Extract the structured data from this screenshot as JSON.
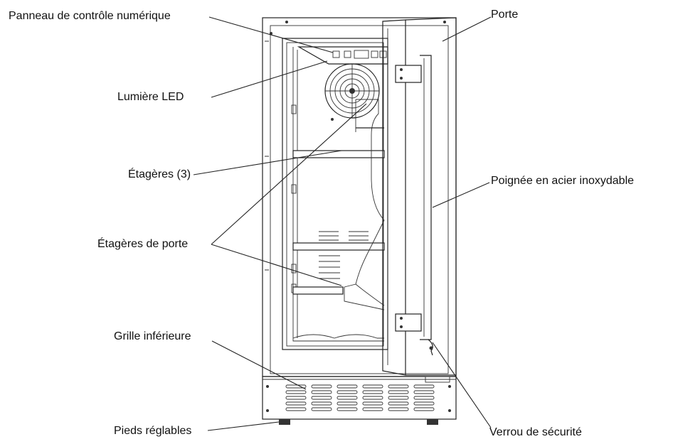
{
  "labels": {
    "control_panel": "Panneau de contrôle numérique",
    "led_light": "Lumière LED",
    "shelves": "Étagères (3)",
    "door_shelves": "Étagères de porte",
    "bottom_grille": "Grille inférieure",
    "adjustable_feet": "Pieds réglables",
    "door": "Porte",
    "handle": "Poignée en acier inoxydable",
    "safety_lock": "Verrou de sécurité"
  }
}
